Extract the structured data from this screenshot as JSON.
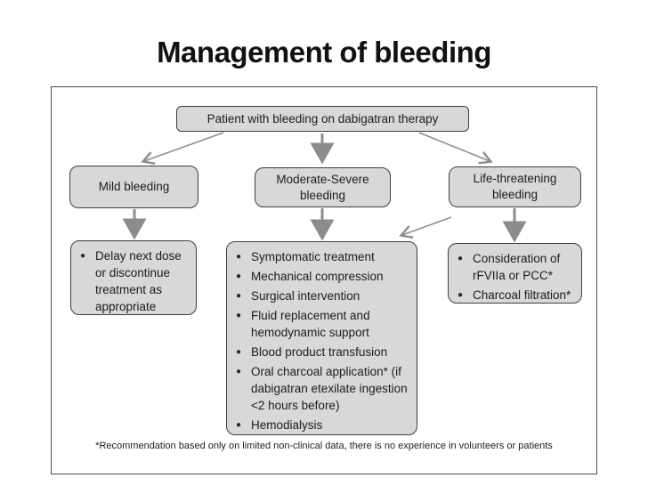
{
  "title": "Management of bleeding",
  "flowchart": {
    "root_label": "Patient with bleeding on dabigatran therapy",
    "branches": [
      {
        "label": "Mild bleeding",
        "items": [
          "Delay next dose or discontinue treatment as appropriate"
        ]
      },
      {
        "label": "Moderate-Severe bleeding",
        "items": [
          "Symptomatic treatment",
          "Mechanical compression",
          "Surgical intervention",
          "Fluid replacement and hemodynamic support",
          "Blood product transfusion",
          "Oral charcoal application* (if dabigatran etexilate ingestion <2 hours before)",
          "Hemodialysis"
        ]
      },
      {
        "label": "Life-threatening bleeding",
        "items": [
          "Consideration of rFVIIa or PCC*",
          "Charcoal filtration*"
        ]
      }
    ],
    "footnote": "*Recommendation based only on limited non-clinical data, there is no experience in volunteers or patients"
  },
  "colors": {
    "box_fill": "#d8d8d8",
    "box_border": "#3f3f3f",
    "arrow": "#8c8c8c",
    "text": "#1a1a1a"
  }
}
